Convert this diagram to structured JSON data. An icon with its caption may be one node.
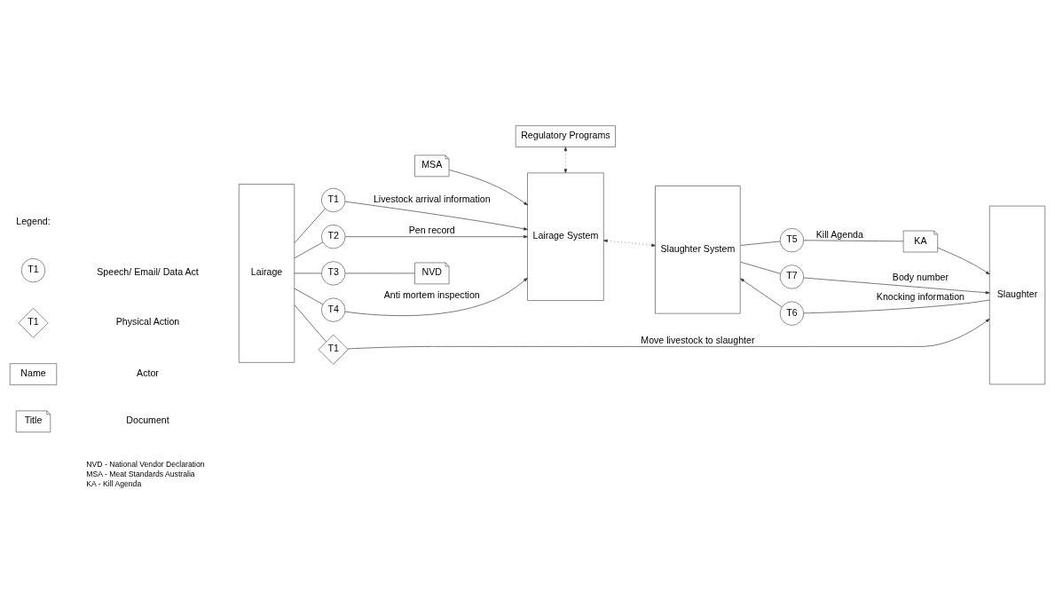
{
  "diagram": {
    "nodes": [
      {
        "text": [
          "Lairage"
        ]
      },
      {
        "text": [
          "Regulatory Programs"
        ]
      },
      {
        "text": [
          "Lairage System"
        ]
      },
      {
        "text": [
          "Slaughter System"
        ]
      },
      {
        "text": [
          "Slaughter"
        ]
      },
      {
        "text": [
          "T1"
        ]
      },
      {
        "text": [
          "T2"
        ]
      },
      {
        "text": [
          "T3"
        ]
      },
      {
        "text": [
          "T4"
        ]
      },
      {
        "text": [
          "NVD"
        ]
      },
      {
        "text": [
          "MSA"
        ]
      },
      {
        "text": [
          "T5"
        ]
      },
      {
        "text": [
          "KA"
        ]
      },
      {
        "text": [
          "T6"
        ]
      },
      {
        "text": [
          "T7"
        ]
      },
      {
        "text": [
          "T1"
        ]
      },
      {
        "text": [
          "T1"
        ]
      },
      {
        "text": [
          "T1"
        ]
      },
      {
        "text": [
          "Name"
        ]
      },
      {
        "text": [
          "Title"
        ]
      }
    ],
    "edges": [
      {
        "from": 0,
        "to": 5,
        "arrow": "none"
      },
      {
        "from": 5,
        "to": 2,
        "arrow": "to",
        "label": "Livestock arrival information"
      },
      {
        "from": 0,
        "to": 6,
        "arrow": "none"
      },
      {
        "from": 6,
        "to": 2,
        "arrow": "to",
        "label": "Pen record"
      },
      {
        "from": 0,
        "to": 7,
        "arrow": "none"
      },
      {
        "from": 7,
        "to": 9,
        "arrow": "none"
      },
      {
        "from": 10,
        "to": 2,
        "arrow": "to"
      },
      {
        "from": 0,
        "to": 8,
        "arrow": "none"
      },
      {
        "from": 8,
        "to": 2,
        "arrow": "to",
        "label": "Anti mortem inspection"
      },
      {
        "from": 1,
        "to": 2,
        "arrow": "both",
        "style": "dashed"
      },
      {
        "from": 2,
        "to": 3,
        "arrow": "both",
        "style": "dashed"
      },
      {
        "from": 3,
        "to": 11,
        "arrow": "none"
      },
      {
        "from": 11,
        "to": 12,
        "arrow": "none",
        "label": "Kill Agenda"
      },
      {
        "from": 12,
        "to": 4,
        "arrow": "to"
      },
      {
        "from": 4,
        "to": 13,
        "arrow": "none",
        "label": "Knocking information"
      },
      {
        "from": 13,
        "to": 3,
        "arrow": "to"
      },
      {
        "from": 3,
        "to": 14,
        "arrow": "none"
      },
      {
        "from": 14,
        "to": 4,
        "arrow": "to",
        "label": "Body number"
      },
      {
        "from": 0,
        "to": 15,
        "arrow": "none"
      },
      {
        "from": 15,
        "to": 4,
        "arrow": "to",
        "label": "Move livestock to slaughter"
      }
    ],
    "labels": [
      "Legend:",
      "NVD - National Vendor Declaration",
      "MSA - Meat Standards Australia",
      "KA - Kill Agenda"
    ],
    "legend": [
      {
        "text": "Speech/ Email/ Data Act"
      },
      {
        "text": "Physical Action"
      },
      {
        "text": "Actor"
      },
      {
        "text": "Document"
      }
    ]
  }
}
